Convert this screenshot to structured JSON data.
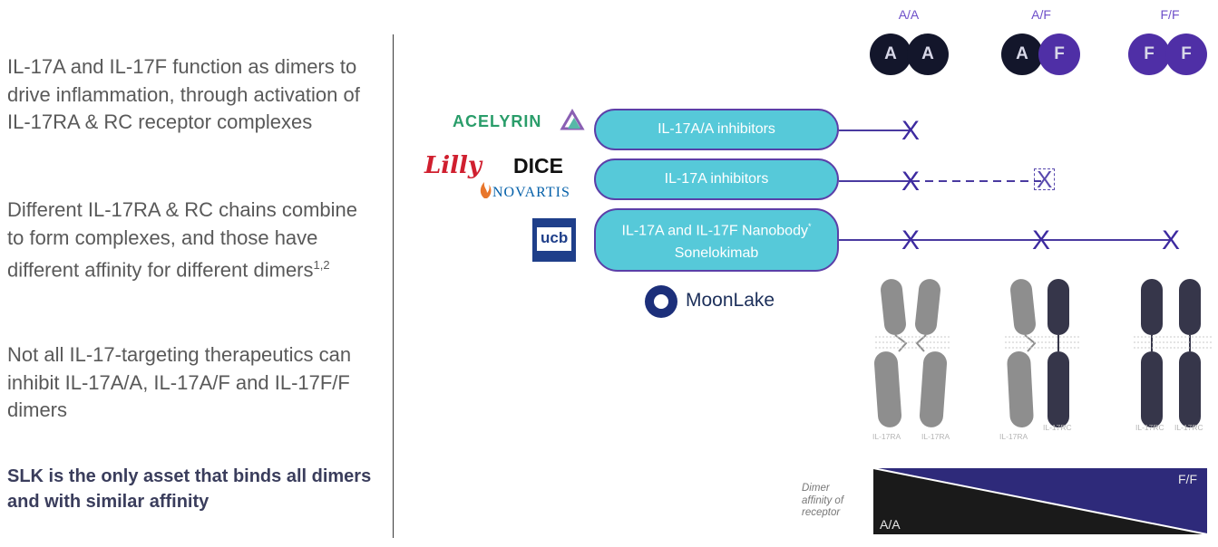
{
  "left_text": {
    "p1": "IL-17A and IL-17F function as dimers to drive inflammation, through activation of IL-17RA & RC receptor complexes",
    "p2": "Different IL-17RA & RC chains combine to form complexes, and those have different affinity for different dimers",
    "p2_sup": "1,2",
    "p3": "Not all IL-17-targeting therapeutics can inhibit IL-17A/A, IL-17A/F and IL-17F/F dimers",
    "p4": "SLK is the only asset that binds all dimers and with similar affinity"
  },
  "dimers": [
    {
      "label": "A/A",
      "left": "A",
      "right": "A"
    },
    {
      "label": "A/F",
      "left": "A",
      "right": "F"
    },
    {
      "label": "F/F",
      "left": "F",
      "right": "F"
    }
  ],
  "inhibitors": {
    "row1": "IL-17A/A inhibitors",
    "row2": "IL-17A inhibitors",
    "row3_line1": "IL-17A and IL-17F Nanobody",
    "row3_sup": "*",
    "row3_line2": "Sonelokimab"
  },
  "logos": {
    "acelyrin": "ACELYRIN",
    "lilly": "Lilly",
    "dice": "DICE",
    "novartis": "NOVARTIS",
    "ucb": "ucb",
    "moonlake": "MoonLake"
  },
  "x_mark": "X",
  "receptors": {
    "left": [
      "IL-17RA",
      "IL-17RA"
    ],
    "middle": [
      "IL-17RA",
      "IL-17RC"
    ],
    "right": [
      "IL-17RC",
      "IL-17RC"
    ]
  },
  "affinity": {
    "label": "Dimer affinity of receptor",
    "low": "A/A",
    "high": "F/F"
  },
  "colors": {
    "cyan": "#56c9d9",
    "purple": "#4f2fa6",
    "navy": "#13162b",
    "line": "#4a3aa0"
  }
}
